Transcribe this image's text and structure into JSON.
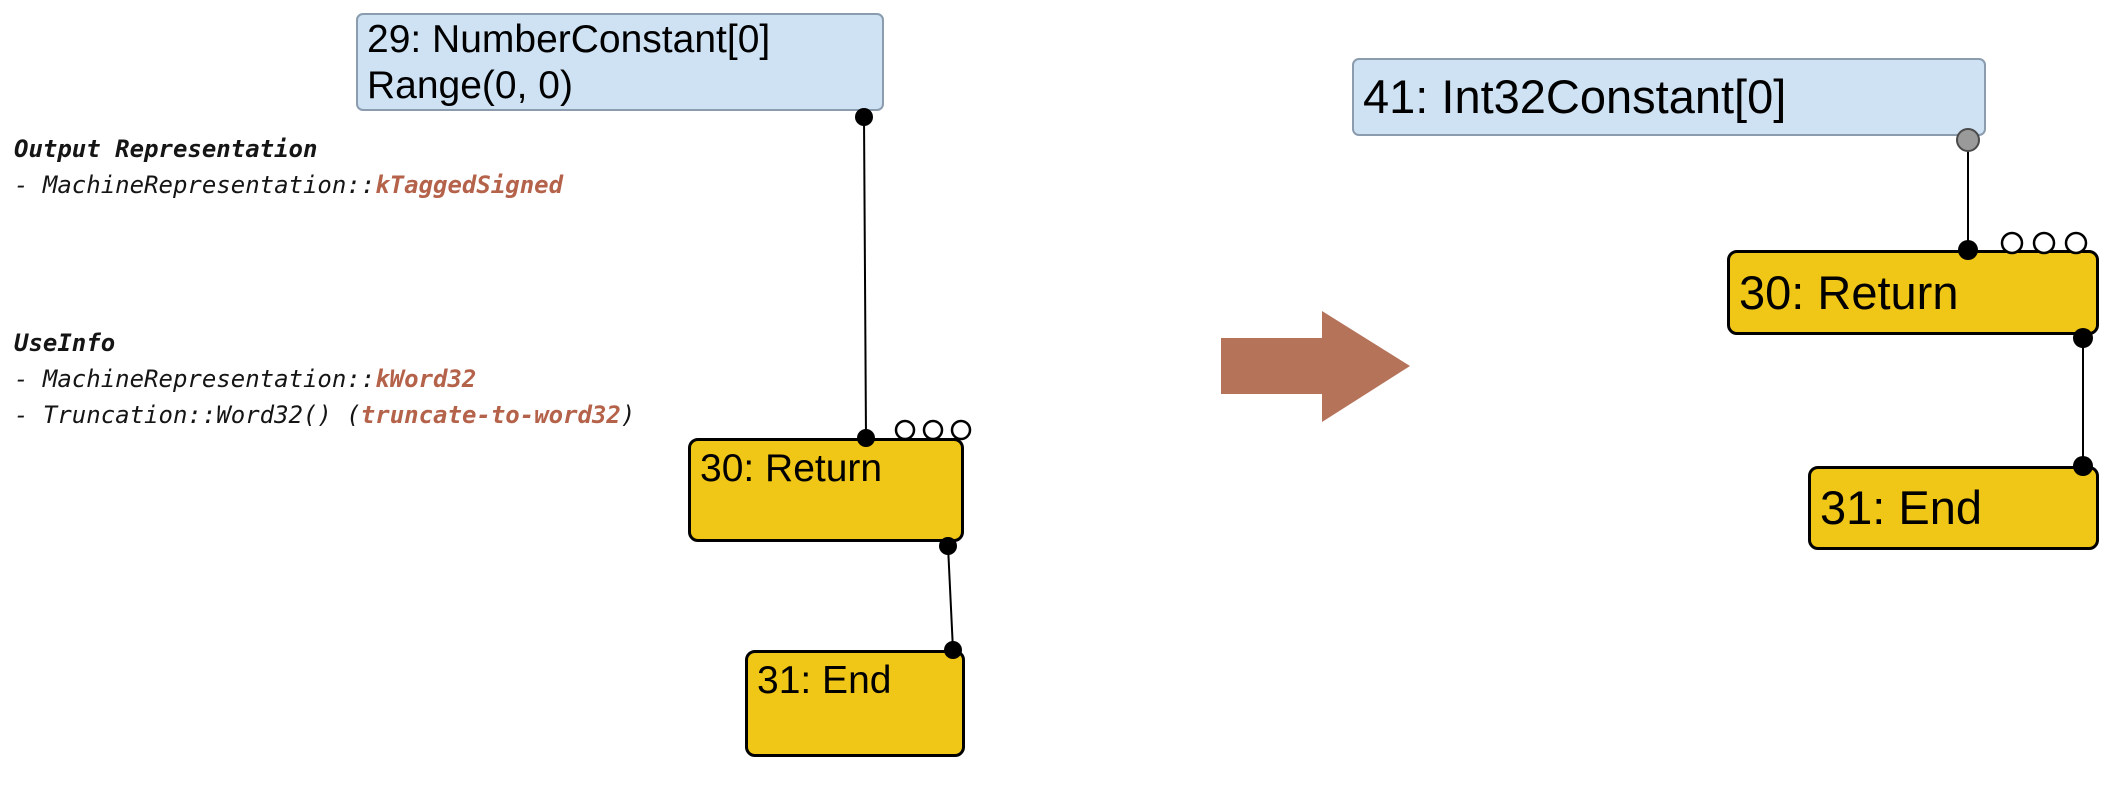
{
  "left": {
    "constant_line1": "29: NumberConstant[0]",
    "constant_line2": "Range(0, 0)",
    "return_label": "30: Return",
    "end_label": "31: End"
  },
  "annotations": {
    "output_title": "Output Representation",
    "output_prefix": "- MachineRepresentation::",
    "output_value": "kTaggedSigned",
    "useinfo_title": "UseInfo",
    "use1_prefix": "- MachineRepresentation::",
    "use1_value": "kWord32",
    "use2_prefix": "- Truncation::Word32() ",
    "use2_open": "(",
    "use2_value": "truncate-to-word32",
    "use2_close": ")"
  },
  "right": {
    "constant_label": "41: Int32Constant[0]",
    "return_label": "30: Return",
    "end_label": "31: End"
  },
  "colors": {
    "node_blue": "#cfe2f3",
    "node_blue_border": "#8a9cae",
    "node_yellow": "#f0c617",
    "accent_brown": "#b5624a",
    "arrow_brown": "#b5735a"
  }
}
